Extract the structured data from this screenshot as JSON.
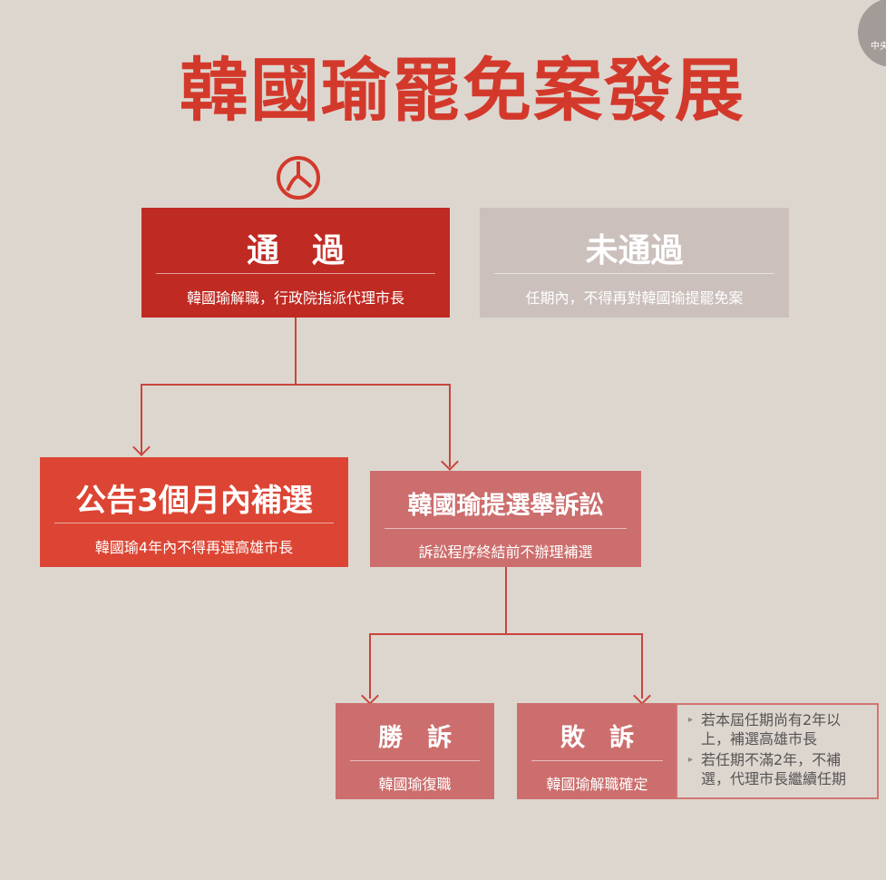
{
  "title": "韓國瑜罷免案發展",
  "logo_text": "中央社",
  "passed": {
    "heading": "通　過",
    "sub": "韓國瑜解職，行政院指派代理市長"
  },
  "failed": {
    "heading": "未通過",
    "sub": "任期內，不得再對韓國瑜提罷免案"
  },
  "by_election": {
    "heading": "公告3個月內補選",
    "sub": "韓國瑜4年內不得再選高雄市長"
  },
  "lawsuit": {
    "heading": "韓國瑜提選舉訴訟",
    "sub": "訴訟程序終結前不辦理補選"
  },
  "win": {
    "heading": "勝　訴",
    "sub": "韓國瑜復職"
  },
  "lose": {
    "heading": "敗　訴",
    "sub": "韓國瑜解職確定"
  },
  "notes": [
    "若本屆任期尚有2年以上，補選高雄市長",
    "若任期不滿2年，不補選，代理市長繼續任期"
  ],
  "colors": {
    "title": "#d3392b",
    "passed": "#bf2a22",
    "failed": "#cbc0bc",
    "by_election": "#dc4533",
    "lawsuit": "#cc6e6d"
  }
}
